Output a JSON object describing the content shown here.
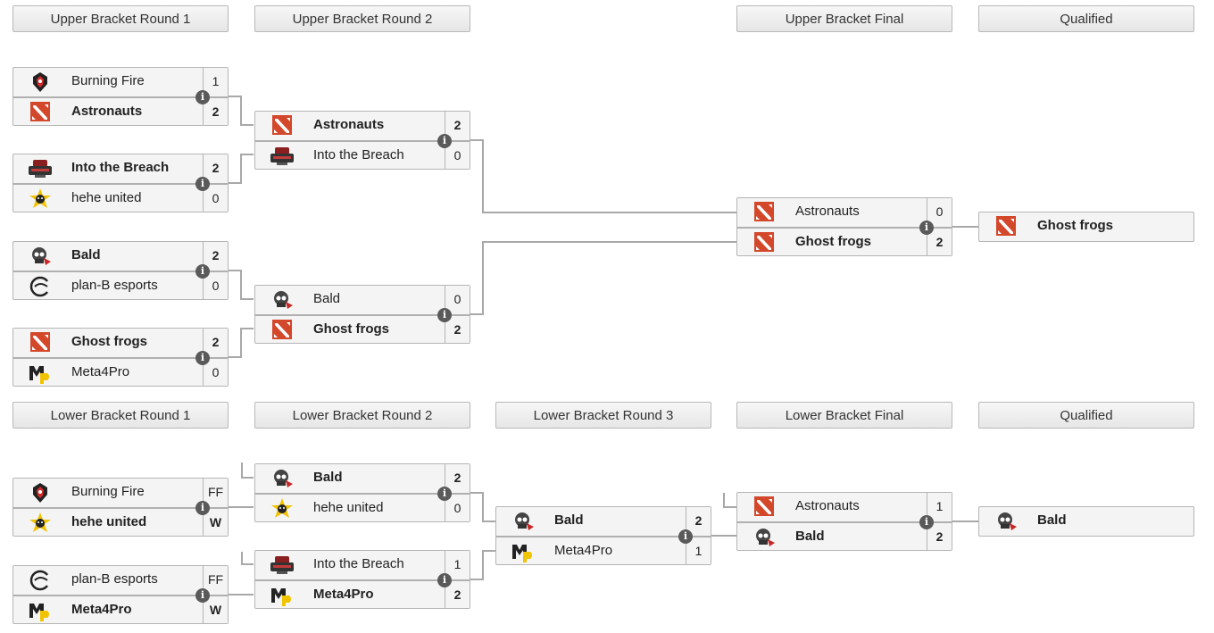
{
  "headers": {
    "ub_r1": "Upper Bracket Round 1",
    "ub_r2": "Upper Bracket Round 2",
    "ub_final": "Upper Bracket Final",
    "qualified_upper": "Qualified",
    "lb_r1": "Lower Bracket Round 1",
    "lb_r2": "Lower Bracket Round 2",
    "lb_r3": "Lower Bracket Round 3",
    "lb_final": "Lower Bracket Final",
    "qualified_lower": "Qualified"
  },
  "info_glyph": "i",
  "matches": {
    "ub_r1_m1": {
      "t1": {
        "name": "Burning Fire",
        "score": "1",
        "logo": "burning-fire-logo"
      },
      "t2": {
        "name": "Astronauts",
        "score": "2",
        "logo": "dota-logo"
      }
    },
    "ub_r1_m2": {
      "t1": {
        "name": "Into the Breach",
        "score": "2",
        "logo": "into-the-breach-logo"
      },
      "t2": {
        "name": "hehe united",
        "score": "0",
        "logo": "hehe-united-logo"
      }
    },
    "ub_r1_m3": {
      "t1": {
        "name": "Bald",
        "score": "2",
        "logo": "bald-logo"
      },
      "t2": {
        "name": "plan-B esports",
        "score": "0",
        "logo": "plan-b-logo"
      }
    },
    "ub_r1_m4": {
      "t1": {
        "name": "Ghost frogs",
        "score": "2",
        "logo": "dota-logo"
      },
      "t2": {
        "name": "Meta4Pro",
        "score": "0",
        "logo": "meta4pro-logo"
      }
    },
    "ub_r2_m1": {
      "t1": {
        "name": "Astronauts",
        "score": "2",
        "logo": "dota-logo"
      },
      "t2": {
        "name": "Into the Breach",
        "score": "0",
        "logo": "into-the-breach-logo"
      }
    },
    "ub_r2_m2": {
      "t1": {
        "name": "Bald",
        "score": "0",
        "logo": "bald-logo"
      },
      "t2": {
        "name": "Ghost frogs",
        "score": "2",
        "logo": "dota-logo"
      }
    },
    "ub_final": {
      "t1": {
        "name": "Astronauts",
        "score": "0",
        "logo": "dota-logo"
      },
      "t2": {
        "name": "Ghost frogs",
        "score": "2",
        "logo": "dota-logo"
      }
    },
    "ub_qualified": {
      "t1": {
        "name": "Ghost frogs",
        "logo": "dota-logo"
      }
    },
    "lb_r1_m1": {
      "t1": {
        "name": "Burning Fire",
        "score": "FF",
        "logo": "burning-fire-logo"
      },
      "t2": {
        "name": "hehe united",
        "score": "W",
        "logo": "hehe-united-logo"
      }
    },
    "lb_r1_m2": {
      "t1": {
        "name": "plan-B esports",
        "score": "FF",
        "logo": "plan-b-logo"
      },
      "t2": {
        "name": "Meta4Pro",
        "score": "W",
        "logo": "meta4pro-logo"
      }
    },
    "lb_r2_m1": {
      "t1": {
        "name": "Bald",
        "score": "2",
        "logo": "bald-logo"
      },
      "t2": {
        "name": "hehe united",
        "score": "0",
        "logo": "hehe-united-logo"
      }
    },
    "lb_r2_m2": {
      "t1": {
        "name": "Into the Breach",
        "score": "1",
        "logo": "into-the-breach-logo"
      },
      "t2": {
        "name": "Meta4Pro",
        "score": "2",
        "logo": "meta4pro-logo"
      }
    },
    "lb_r3_m1": {
      "t1": {
        "name": "Bald",
        "score": "2",
        "logo": "bald-logo"
      },
      "t2": {
        "name": "Meta4Pro",
        "score": "1",
        "logo": "meta4pro-logo"
      }
    },
    "lb_final": {
      "t1": {
        "name": "Astronauts",
        "score": "1",
        "logo": "dota-logo"
      },
      "t2": {
        "name": "Bald",
        "score": "2",
        "logo": "bald-logo"
      }
    },
    "lb_qualified": {
      "t1": {
        "name": "Bald",
        "logo": "bald-logo"
      }
    }
  },
  "colors": {
    "connector": "#a8a8a8",
    "dota_red": "#d3472b",
    "meta_yellow": "#f2c300"
  }
}
